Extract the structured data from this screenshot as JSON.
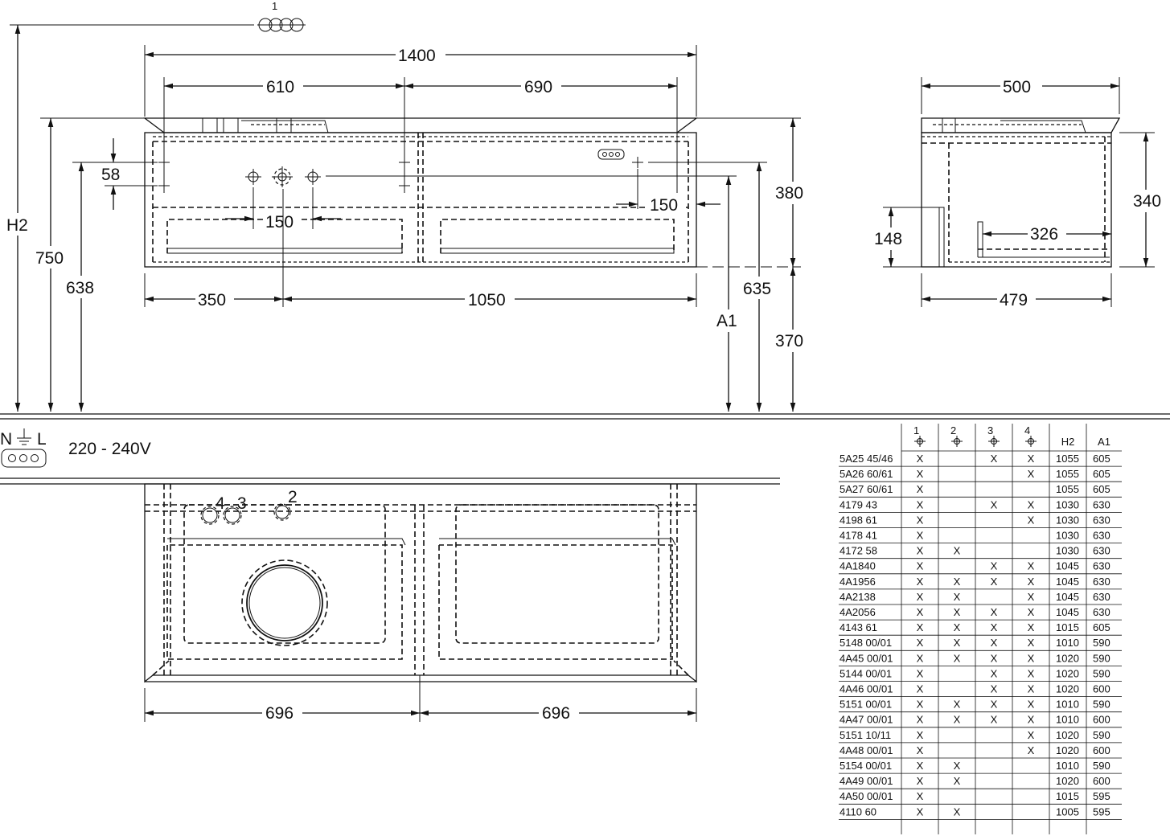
{
  "callouts": {
    "c1": "1",
    "c2": "2",
    "c3": "3",
    "c4": "4"
  },
  "front_view": {
    "w_total": "1400",
    "w_left": "610",
    "w_right": "690",
    "h_tap": "58",
    "tap_gap": "150",
    "side_offset": "150",
    "h_body": "380",
    "h_floor": "370",
    "h_drain": "635",
    "x_left": "350",
    "x_right": "1050",
    "H2": "H2",
    "h750": "750",
    "h638": "638",
    "A1": "A1"
  },
  "side_view": {
    "w_top": "500",
    "h_body": "340",
    "h_siphon": "148",
    "w_inner": "326",
    "w_bottom": "479"
  },
  "electrical": {
    "N": "N",
    "L": "L",
    "voltage": "220 - 240V"
  },
  "top_view": {
    "w_left": "696",
    "w_right": "696"
  },
  "table": {
    "headers": [
      "1",
      "2",
      "3",
      "4",
      "H2",
      "A1"
    ],
    "rows": [
      [
        "5A25 45/46",
        "X",
        "",
        "X",
        "X",
        "1055",
        "605"
      ],
      [
        "5A26 60/61",
        "X",
        "",
        "",
        "X",
        "1055",
        "605"
      ],
      [
        "5A27 60/61",
        "X",
        "",
        "",
        "",
        "1055",
        "605"
      ],
      [
        "4179 43",
        "X",
        "",
        "X",
        "X",
        "1030",
        "630"
      ],
      [
        "4198 61",
        "X",
        "",
        "",
        "X",
        "1030",
        "630"
      ],
      [
        "4178 41",
        "X",
        "",
        "",
        "",
        "1030",
        "630"
      ],
      [
        "4172 58",
        "X",
        "X",
        "",
        "",
        "1030",
        "630"
      ],
      [
        "4A1840",
        "X",
        "",
        "X",
        "X",
        "1045",
        "630"
      ],
      [
        "4A1956",
        "X",
        "X",
        "X",
        "X",
        "1045",
        "630"
      ],
      [
        "4A2138",
        "X",
        "X",
        "",
        "X",
        "1045",
        "630"
      ],
      [
        "4A2056",
        "X",
        "X",
        "X",
        "X",
        "1045",
        "630"
      ],
      [
        "4143 61",
        "X",
        "X",
        "X",
        "X",
        "1015",
        "605"
      ],
      [
        "5148 00/01",
        "X",
        "X",
        "X",
        "X",
        "1010",
        "590"
      ],
      [
        "4A45 00/01",
        "X",
        "X",
        "X",
        "X",
        "1020",
        "590"
      ],
      [
        "5144 00/01",
        "X",
        "",
        "X",
        "X",
        "1020",
        "590"
      ],
      [
        "4A46 00/01",
        "X",
        "",
        "X",
        "X",
        "1020",
        "600"
      ],
      [
        "5151 00/01",
        "X",
        "X",
        "X",
        "X",
        "1010",
        "590"
      ],
      [
        "4A47 00/01",
        "X",
        "X",
        "X",
        "X",
        "1010",
        "600"
      ],
      [
        "5151 10/11",
        "X",
        "",
        "",
        "X",
        "1020",
        "590"
      ],
      [
        "4A48 00/01",
        "X",
        "",
        "",
        "X",
        "1020",
        "600"
      ],
      [
        "5154 00/01",
        "X",
        "X",
        "",
        "",
        "1010",
        "590"
      ],
      [
        "4A49 00/01",
        "X",
        "X",
        "",
        "",
        "1020",
        "600"
      ],
      [
        "4A50 00/01",
        "X",
        "",
        "",
        "",
        "1015",
        "595"
      ],
      [
        "4110 60",
        "X",
        "X",
        "",
        "",
        "1005",
        "595"
      ]
    ]
  }
}
